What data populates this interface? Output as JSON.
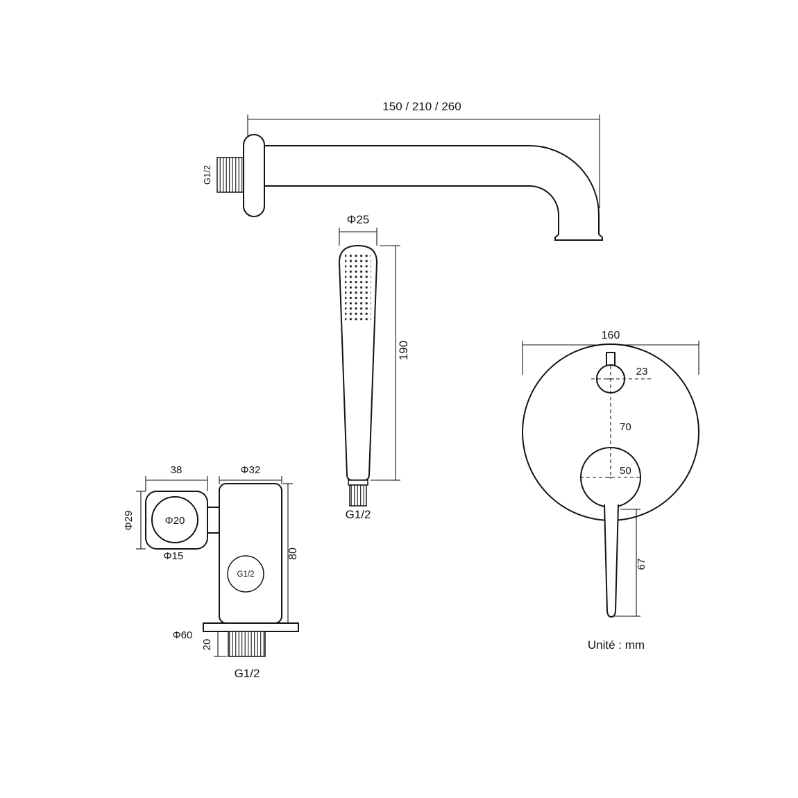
{
  "page": {
    "background": "#ffffff",
    "ink": "#141414",
    "unit_note": "Unité : mm"
  },
  "spout": {
    "length_dim": "150 / 210 / 260",
    "thread_label": "G1/2"
  },
  "handshower": {
    "diameter_dim": "Φ25",
    "length_dim": "190",
    "thread_label": "G1/2"
  },
  "bracket": {
    "holder_width_dim": "38",
    "body_diameter_dim": "Φ32",
    "holder_height_dim": "Φ29",
    "ring_dim": "Φ20",
    "bore_dim": "Φ15",
    "body_height_dim": "80",
    "inlet_thread_label": "G1/2",
    "flange_diameter_dim": "Φ60",
    "nipple_length_dim": "20",
    "nipple_thread_label": "G1/2"
  },
  "valve": {
    "plate_diameter_dim": "160",
    "pin_diameter_dim": "23",
    "centers_distance_dim": "70",
    "cartridge_diameter_dim": "50",
    "handle_length_dim": "67"
  }
}
